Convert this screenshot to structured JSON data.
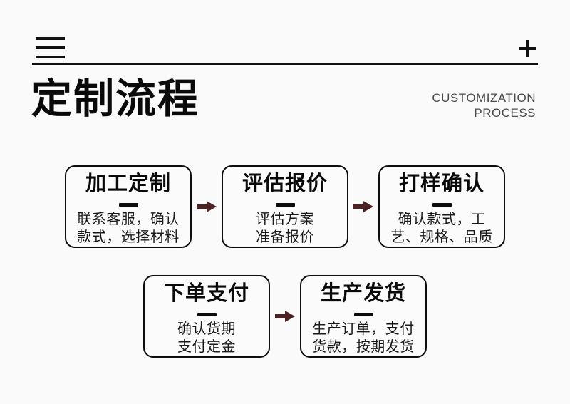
{
  "page": {
    "background_color": "#fafafa",
    "ink_color": "#111111",
    "accent_color": "#4e2222"
  },
  "header": {
    "menu_icon": "hamburger-menu",
    "plus_icon": "plus"
  },
  "title": {
    "heading": "定制流程",
    "subtitle_line1": "CUSTOMIZATION",
    "subtitle_line2": "PROCESS"
  },
  "flow": {
    "steps": [
      {
        "title": "加工定制",
        "desc_line1": "联系客服，确认",
        "desc_line2": "款式，选择材料"
      },
      {
        "title": "评估报价",
        "desc_line1": "评估方案",
        "desc_line2": "准备报价"
      },
      {
        "title": "打样确认",
        "desc_line1": "确认款式，工",
        "desc_line2": "艺、规格、品质"
      },
      {
        "title": "下单支付",
        "desc_line1": "确认货期",
        "desc_line2": "支付定金"
      },
      {
        "title": "生产发货",
        "desc_line1": "生产订单，支付",
        "desc_line2": "货款，按期发货"
      }
    ]
  }
}
